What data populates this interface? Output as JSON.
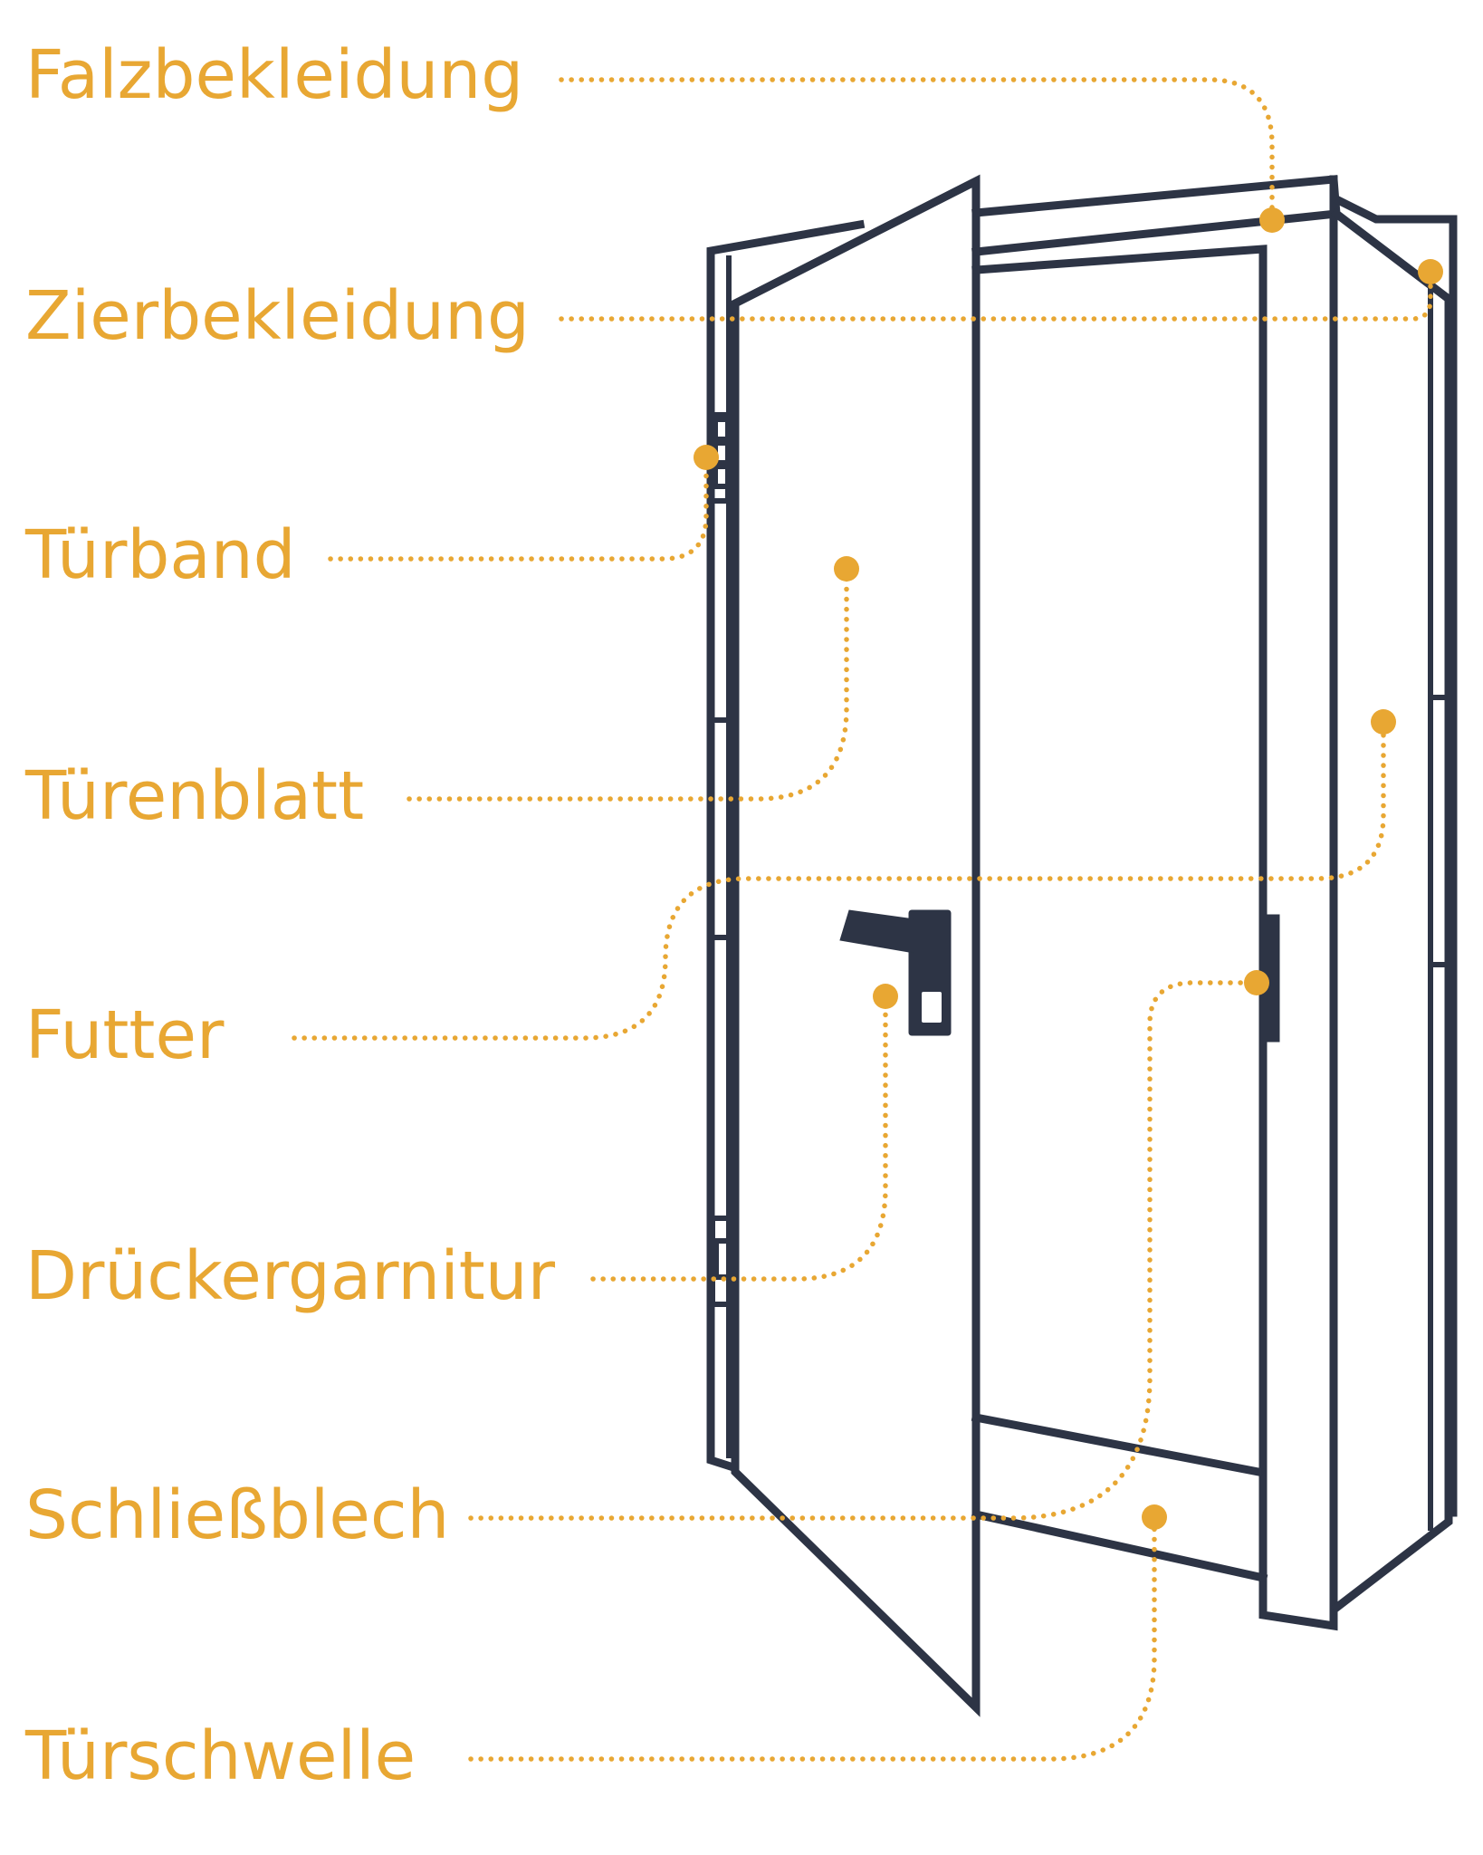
{
  "colors": {
    "accent": "#e8a733",
    "outline": "#2d3445",
    "background": "#ffffff"
  },
  "labels": {
    "falzbekleidung": "Falzbekleidung",
    "zierbekleidung": "Zierbekleidung",
    "tuerband": "Türband",
    "tuerenblatt": "Türenblatt",
    "futter": "Futter",
    "drueckergarnitur": "Drückergarnitur",
    "schliessblech": "Schließblech",
    "tuerschwelle": "Türschwelle"
  }
}
